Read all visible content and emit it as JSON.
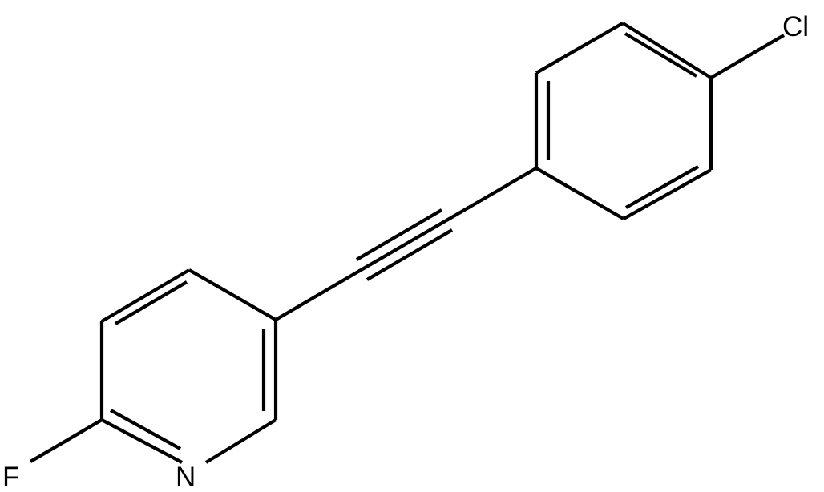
{
  "structure": {
    "atoms": {
      "cl": "Cl",
      "f": "F",
      "n": "N"
    },
    "bond_color": "#000000",
    "background": "#ffffff"
  }
}
